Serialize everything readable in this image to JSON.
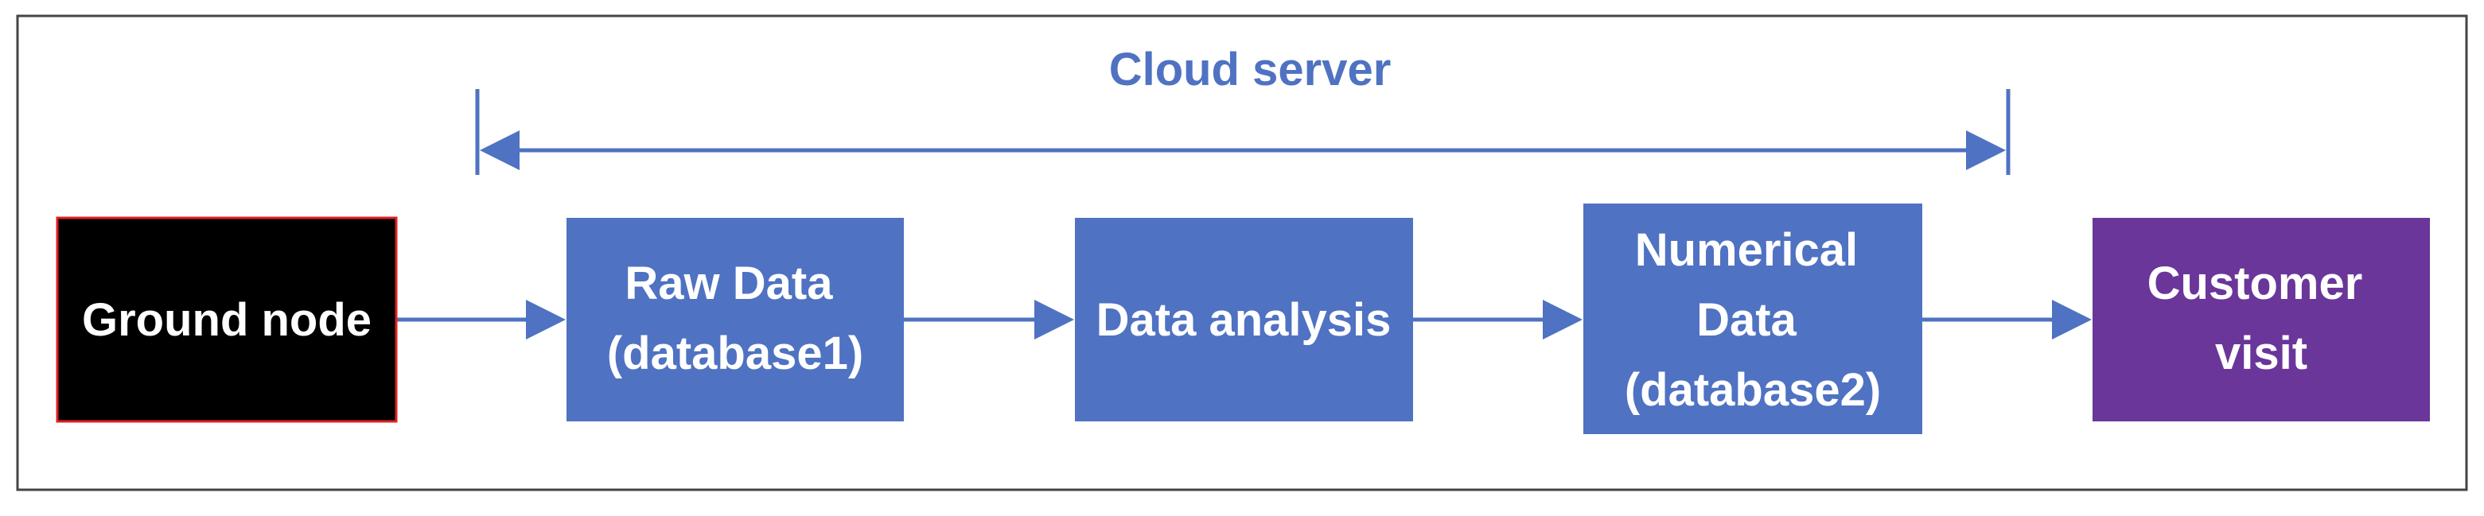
{
  "diagram": {
    "title": "Cloud server",
    "nodes": [
      {
        "id": "ground-node",
        "lines": [
          "Ground node"
        ]
      },
      {
        "id": "raw-data",
        "lines": [
          "Raw Data",
          "(database1)"
        ]
      },
      {
        "id": "data-analysis",
        "lines": [
          "Data analysis"
        ]
      },
      {
        "id": "numerical-data",
        "lines": [
          "Numerical",
          "Data",
          "(database2)"
        ]
      },
      {
        "id": "customer-visit",
        "lines": [
          "Customer",
          "visit"
        ]
      }
    ],
    "colors": {
      "accent": "#4f72c2",
      "ground_node_fill": "#000000",
      "ground_node_border": "#e02020",
      "customer_fill": "#6a369a",
      "box_text": "#ffffff",
      "frame": "#444444"
    }
  }
}
